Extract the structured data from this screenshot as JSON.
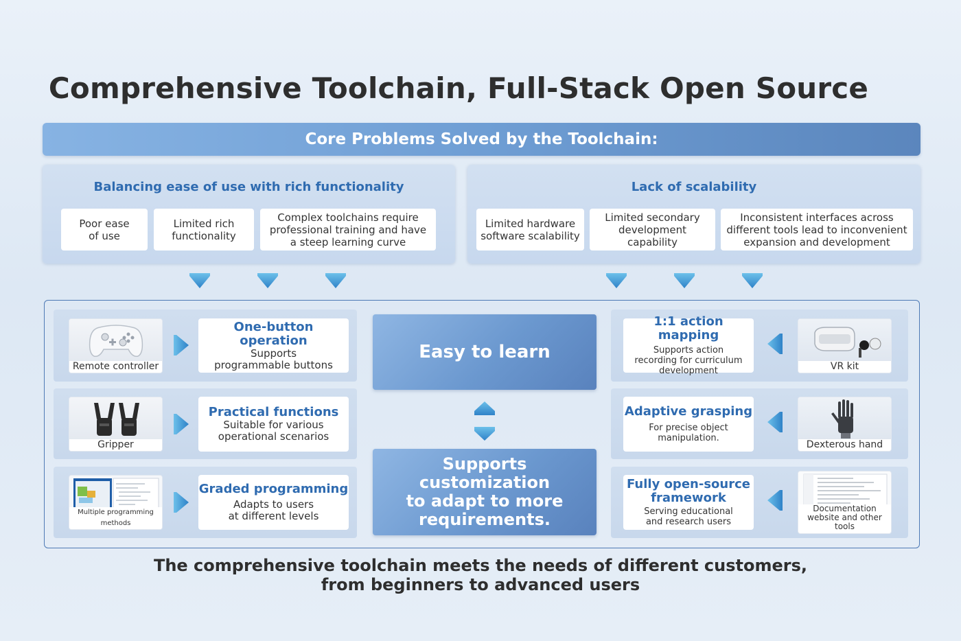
{
  "title": "Comprehensive Toolchain, Full-Stack Open Source",
  "banner": "Core Problems Solved by the Toolchain:",
  "left_panel": {
    "title": "Balancing ease of use with rich functionality",
    "items": [
      "Poor ease\nof use",
      "Limited rich\nfunctionality",
      "Complex toolchains require\nprofessional training and have\na steep learning curve"
    ]
  },
  "right_panel": {
    "title": "Lack of scalability",
    "items": [
      "Limited hardware\nsoftware scalability",
      "Limited secondary\ndevelopment capability",
      "Inconsistent interfaces across\ndifferent tools lead to inconvenient\nexpansion and development"
    ]
  },
  "left_rows": [
    {
      "image_caption": "Remote controller",
      "title": "One-button operation",
      "desc": "Supports\nprogrammable buttons"
    },
    {
      "image_caption": "Gripper",
      "title": "Practical functions",
      "desc": "Suitable for various\noperational scenarios"
    },
    {
      "image_caption": "Multiple programming methods",
      "title": "Graded programming",
      "desc": "Adapts to users\nat different levels"
    }
  ],
  "center": {
    "top": "Easy to learn",
    "bottom": "Supports\ncustomization\nto adapt to more\nrequirements."
  },
  "right_rows": [
    {
      "image_caption": "VR kit",
      "title": "1:1 action mapping",
      "desc": "Supports action\nrecording for curriculum\ndevelopment"
    },
    {
      "image_caption": "Dexterous hand",
      "title": "Adaptive grasping",
      "desc": "For precise object\nmanipulation."
    },
    {
      "image_caption": "Documentation\nwebsite and other tools",
      "title": "Fully open-source\nframework",
      "desc": "Serving educational\nand research users"
    }
  ],
  "footer": "The comprehensive toolchain meets the needs of different customers,\nfrom beginners to advanced users",
  "colors": {
    "accent": "#2f6bb0",
    "banner": "#6f9ed4",
    "arrow": "#4aa3d8",
    "frame": "#4d79b5"
  }
}
